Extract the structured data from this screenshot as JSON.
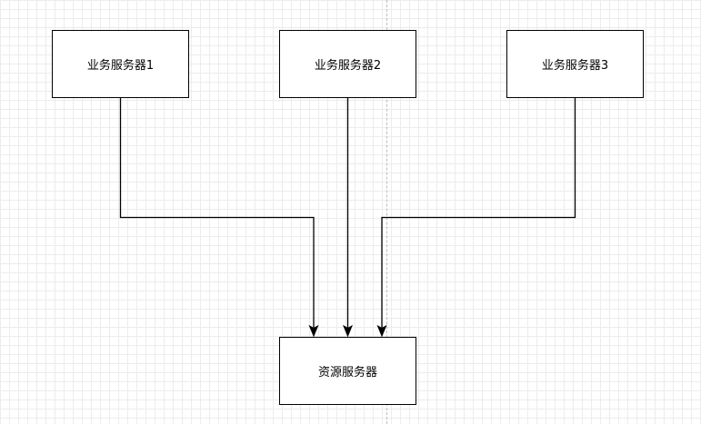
{
  "diagram": {
    "nodes": [
      {
        "id": "server1",
        "label": "业务服务器1"
      },
      {
        "id": "server2",
        "label": "业务服务器2"
      },
      {
        "id": "server3",
        "label": "业务服务器3"
      },
      {
        "id": "resource",
        "label": "资源服务器"
      }
    ],
    "edges": [
      {
        "from": "server1",
        "to": "resource"
      },
      {
        "from": "server2",
        "to": "resource"
      },
      {
        "from": "server3",
        "to": "resource"
      }
    ],
    "colors": {
      "stroke": "#000000",
      "node_fill": "#ffffff",
      "grid": "#ececec",
      "page_break": "#bdbdbd"
    }
  }
}
